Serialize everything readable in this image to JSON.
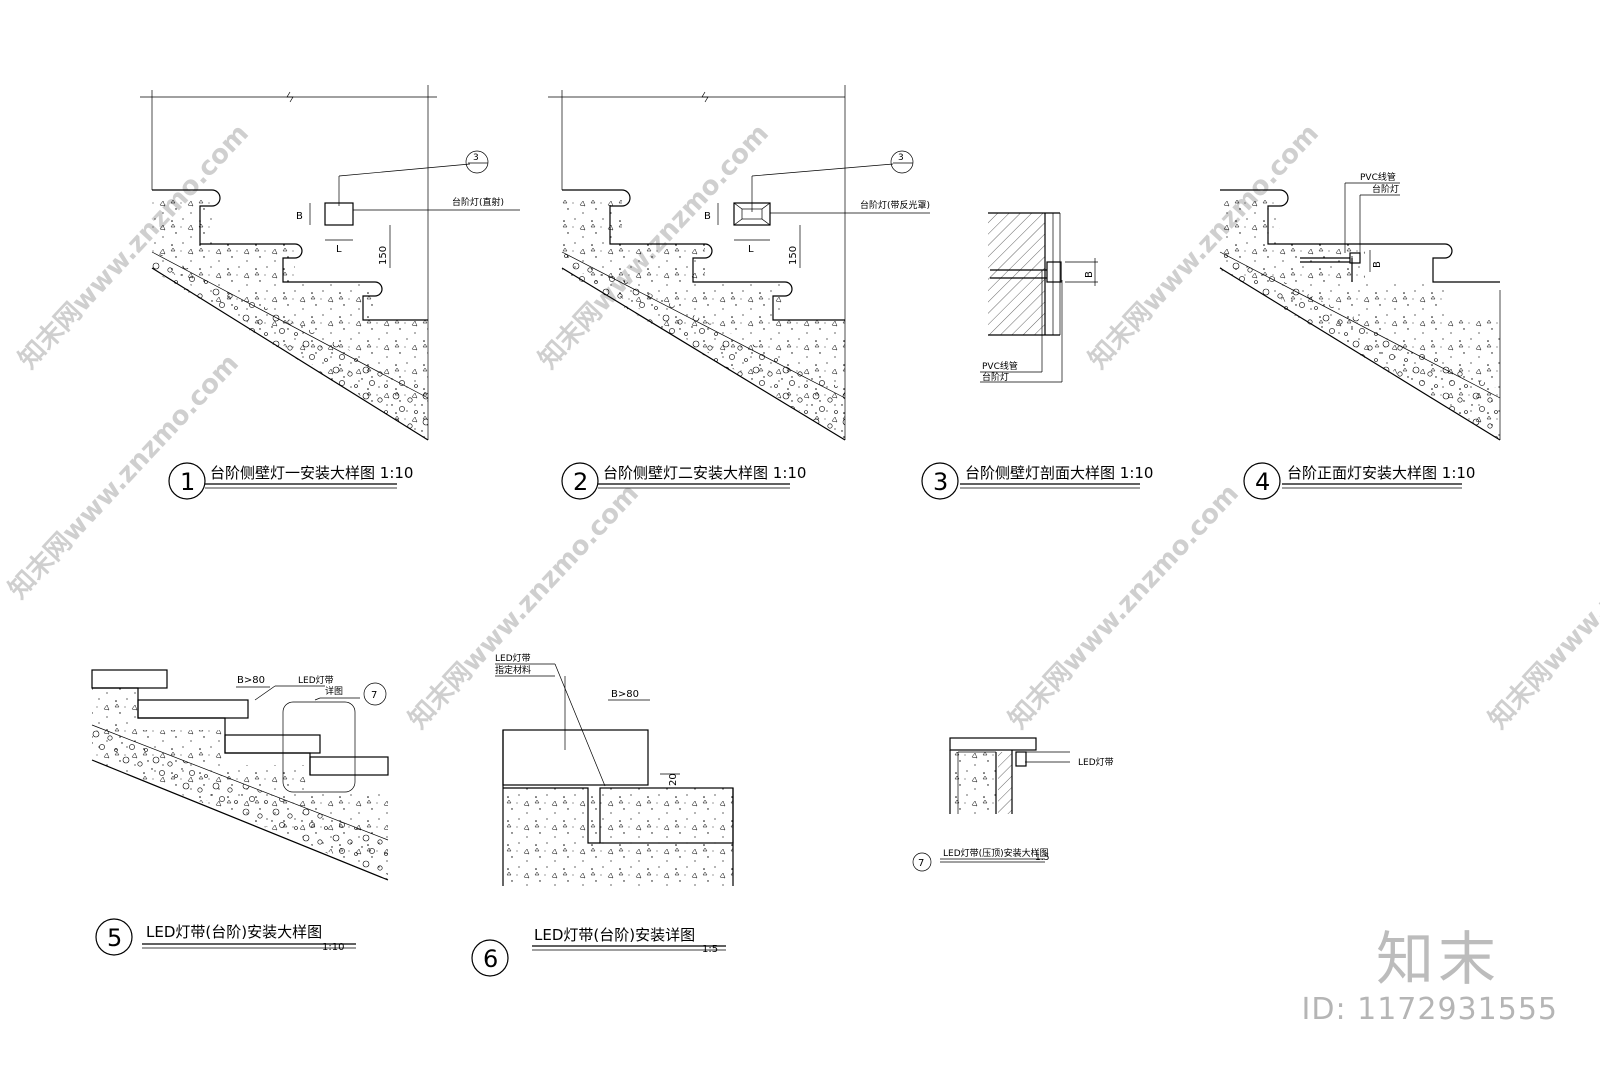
{
  "details": [
    {
      "number": "1",
      "title": "台阶侧壁灯一安装大样图 1:10",
      "callout": "3",
      "label": "台阶灯(直射)",
      "dim_b": "B",
      "dim_l": "L",
      "dim_h": "150"
    },
    {
      "number": "2",
      "title": "台阶侧壁灯二安装大样图 1:10",
      "callout": "3",
      "label": "台阶灯(带反光罩)",
      "dim_b": "B",
      "dim_l": "L",
      "dim_h": "150"
    },
    {
      "number": "3",
      "title": "台阶侧壁灯剖面大样图 1:10",
      "label_pvc": "PVC线管",
      "label_lamp": "台阶灯",
      "dim_b": "B"
    },
    {
      "number": "4",
      "title": "台阶正面灯安装大样图 1:10",
      "label_pvc": "PVC线管",
      "label_lamp": "台阶灯",
      "dim_b": "B"
    },
    {
      "number": "5",
      "title": "LED灯带(台阶)安装大样图",
      "scale": "1:10",
      "dim": "B>80",
      "label_led": "LED灯带",
      "label_detail": "详图",
      "callout": "7"
    },
    {
      "number": "6",
      "title": "LED灯带(台阶)安装详图",
      "scale": "1:5",
      "label_led": "LED灯带",
      "label_material": "指定材料",
      "dim": "B>80",
      "dim_h": "20"
    },
    {
      "number": "7",
      "title": "LED灯带(压顶)安装大样图",
      "scale": "1:5",
      "label_led": "LED灯带"
    }
  ],
  "watermark": {
    "text": "知末网www.znzmo.com"
  },
  "brand": {
    "logo": "知末",
    "id": "ID: 1172931555"
  }
}
